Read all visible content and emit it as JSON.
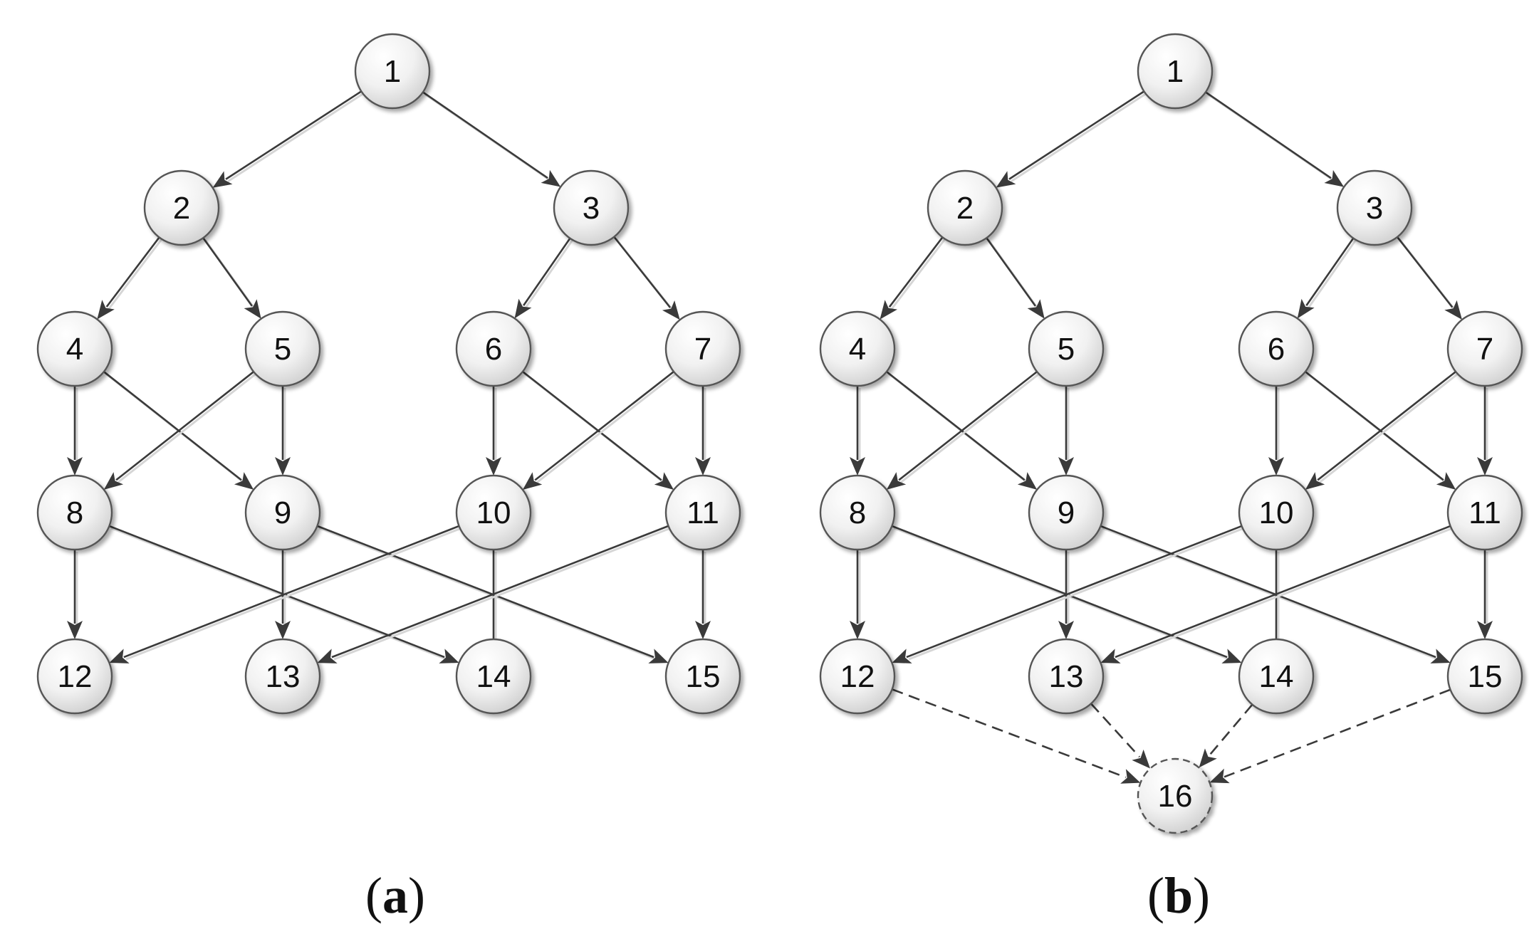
{
  "panels": [
    {
      "id": "a",
      "caption": "(a)",
      "caption_letter": "a",
      "nodes": [
        {
          "id": "1",
          "label": "1"
        },
        {
          "id": "2",
          "label": "2"
        },
        {
          "id": "3",
          "label": "3"
        },
        {
          "id": "4",
          "label": "4"
        },
        {
          "id": "5",
          "label": "5"
        },
        {
          "id": "6",
          "label": "6"
        },
        {
          "id": "7",
          "label": "7"
        },
        {
          "id": "8",
          "label": "8"
        },
        {
          "id": "9",
          "label": "9"
        },
        {
          "id": "10",
          "label": "10"
        },
        {
          "id": "11",
          "label": "11"
        },
        {
          "id": "12",
          "label": "12"
        },
        {
          "id": "13",
          "label": "13"
        },
        {
          "id": "14",
          "label": "14"
        },
        {
          "id": "15",
          "label": "15"
        }
      ],
      "edges": [
        {
          "from": "1",
          "to": "2",
          "style": "solid"
        },
        {
          "from": "1",
          "to": "3",
          "style": "solid"
        },
        {
          "from": "2",
          "to": "4",
          "style": "solid"
        },
        {
          "from": "2",
          "to": "5",
          "style": "solid"
        },
        {
          "from": "3",
          "to": "6",
          "style": "solid"
        },
        {
          "from": "3",
          "to": "7",
          "style": "solid"
        },
        {
          "from": "4",
          "to": "8",
          "style": "solid"
        },
        {
          "from": "4",
          "to": "9",
          "style": "solid"
        },
        {
          "from": "5",
          "to": "8",
          "style": "solid"
        },
        {
          "from": "5",
          "to": "9",
          "style": "solid"
        },
        {
          "from": "6",
          "to": "10",
          "style": "solid"
        },
        {
          "from": "6",
          "to": "11",
          "style": "solid"
        },
        {
          "from": "7",
          "to": "10",
          "style": "solid"
        },
        {
          "from": "7",
          "to": "11",
          "style": "solid"
        },
        {
          "from": "8",
          "to": "12",
          "style": "solid"
        },
        {
          "from": "8",
          "to": "14",
          "style": "solid"
        },
        {
          "from": "9",
          "to": "13",
          "style": "solid"
        },
        {
          "from": "9",
          "to": "15",
          "style": "solid"
        },
        {
          "from": "10",
          "to": "12",
          "style": "solid"
        },
        {
          "from": "10",
          "to": "14",
          "style": "solid",
          "arrow": false
        },
        {
          "from": "11",
          "to": "13",
          "style": "solid"
        },
        {
          "from": "11",
          "to": "15",
          "style": "solid"
        }
      ]
    },
    {
      "id": "b",
      "caption": "(b)",
      "caption_letter": "b",
      "nodes": [
        {
          "id": "1",
          "label": "1"
        },
        {
          "id": "2",
          "label": "2"
        },
        {
          "id": "3",
          "label": "3"
        },
        {
          "id": "4",
          "label": "4"
        },
        {
          "id": "5",
          "label": "5"
        },
        {
          "id": "6",
          "label": "6"
        },
        {
          "id": "7",
          "label": "7"
        },
        {
          "id": "8",
          "label": "8"
        },
        {
          "id": "9",
          "label": "9"
        },
        {
          "id": "10",
          "label": "10"
        },
        {
          "id": "11",
          "label": "11"
        },
        {
          "id": "12",
          "label": "12"
        },
        {
          "id": "13",
          "label": "13"
        },
        {
          "id": "14",
          "label": "14"
        },
        {
          "id": "15",
          "label": "15"
        },
        {
          "id": "16",
          "label": "16",
          "dashed": true
        }
      ],
      "edges": [
        {
          "from": "1",
          "to": "2",
          "style": "solid"
        },
        {
          "from": "1",
          "to": "3",
          "style": "solid"
        },
        {
          "from": "2",
          "to": "4",
          "style": "solid"
        },
        {
          "from": "2",
          "to": "5",
          "style": "solid"
        },
        {
          "from": "3",
          "to": "6",
          "style": "solid"
        },
        {
          "from": "3",
          "to": "7",
          "style": "solid"
        },
        {
          "from": "4",
          "to": "8",
          "style": "solid"
        },
        {
          "from": "4",
          "to": "9",
          "style": "solid"
        },
        {
          "from": "5",
          "to": "8",
          "style": "solid"
        },
        {
          "from": "5",
          "to": "9",
          "style": "solid"
        },
        {
          "from": "6",
          "to": "10",
          "style": "solid"
        },
        {
          "from": "6",
          "to": "11",
          "style": "solid"
        },
        {
          "from": "7",
          "to": "10",
          "style": "solid"
        },
        {
          "from": "7",
          "to": "11",
          "style": "solid"
        },
        {
          "from": "8",
          "to": "12",
          "style": "solid"
        },
        {
          "from": "8",
          "to": "14",
          "style": "solid"
        },
        {
          "from": "9",
          "to": "13",
          "style": "solid"
        },
        {
          "from": "9",
          "to": "15",
          "style": "solid"
        },
        {
          "from": "10",
          "to": "12",
          "style": "solid"
        },
        {
          "from": "10",
          "to": "14",
          "style": "solid",
          "arrow": false
        },
        {
          "from": "11",
          "to": "13",
          "style": "solid"
        },
        {
          "from": "11",
          "to": "15",
          "style": "solid"
        },
        {
          "from": "12",
          "to": "16",
          "style": "dashed"
        },
        {
          "from": "13",
          "to": "16",
          "style": "dashed"
        },
        {
          "from": "14",
          "to": "16",
          "style": "dashed"
        },
        {
          "from": "15",
          "to": "16",
          "style": "dashed"
        }
      ]
    }
  ],
  "colors": {
    "node_fill_light": "#ffffff",
    "node_fill_dark": "#d9d9d9",
    "node_stroke": "#555555",
    "edge": "#3a3a3a",
    "text": "#111111"
  }
}
